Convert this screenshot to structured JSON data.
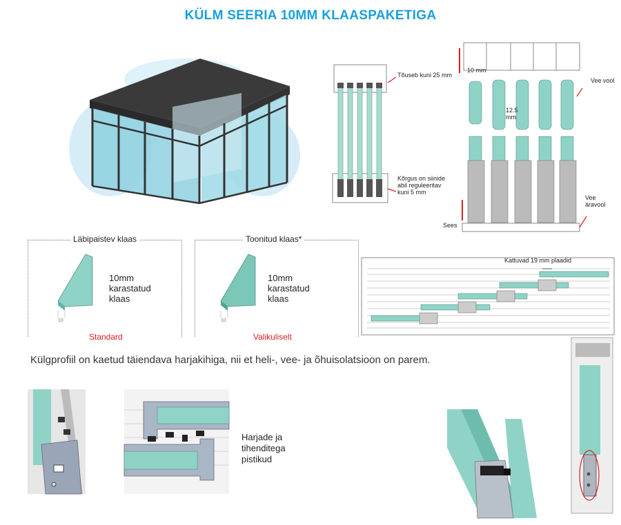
{
  "title": "KÜLM SEERIA 10MM KLAASPAKETIGA",
  "profile_diagram": {
    "rise_label": "Tõuseb kuni 25 mm",
    "height_label": "Kõrgus on siinide abil reguleeritav kuni 5 mm"
  },
  "section_diagram": {
    "gap_label": "10 mm",
    "spacing_label_1": "12.5",
    "spacing_label_2": "mm",
    "water_flow": "Vee vool",
    "water_drain_1": "Vee",
    "water_drain_2": "äravool",
    "inside": "Sees"
  },
  "glass_clear": {
    "title": "Läbipaistev klaas",
    "desc_1": "10mm",
    "desc_2": "karastatud",
    "desc_3": "klaas",
    "tag": "Standard",
    "dim": "10"
  },
  "glass_tinted": {
    "title": "Toonitud klaas*",
    "desc_1": "10mm",
    "desc_2": "karastatud",
    "desc_3": "klaas",
    "tag": "Valikuliselt",
    "dim": "10"
  },
  "overlap_diagram": {
    "label": "Kattuvad 19 mm plaadid"
  },
  "caption": "Külgprofiil on kaetud täiendava harjakihiga, nii et heli-, vee- ja õhuisolatsioon on parem.",
  "brush_diagram": {
    "label_1": "Harjade ja",
    "label_2": "tihenditega",
    "label_3": "pistikud"
  },
  "colors": {
    "title": "#1aa0dc",
    "glass": "#8fd3c6",
    "frame": "#3a3a3a",
    "red": "#d62020"
  }
}
